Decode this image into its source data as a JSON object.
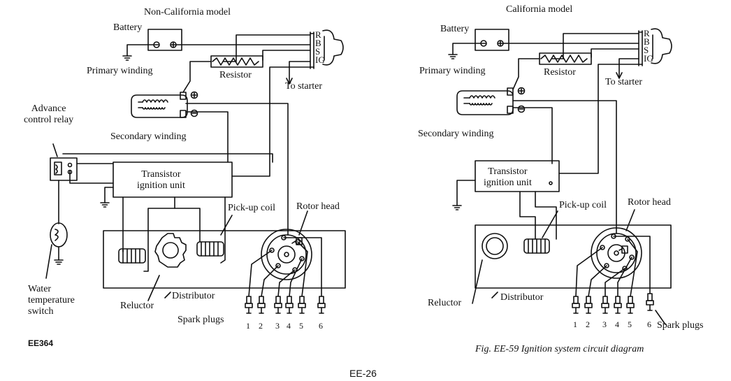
{
  "page_number": "EE-26",
  "figure_code": "EE364",
  "caption": "Fig. EE-59 Ignition system circuit diagram",
  "colors": {
    "ink": "#111111",
    "paper": "#ffffff"
  },
  "left_diagram": {
    "title": "Non-California model",
    "battery": "Battery",
    "resistor": "Resistor",
    "switch_terminals": "R\nB\nS\nIG",
    "to_starter": "To starter",
    "primary_winding": "Primary winding",
    "secondary_winding": "Secondary winding",
    "advance_control_relay": "Advance\ncontrol relay",
    "transistor_ignition_unit": "Transistor\nignition unit",
    "pickup_coil": "Pick-up coil",
    "rotor_head": "Rotor head",
    "water_temperature_switch": "Water\ntemperature\nswitch",
    "reluctor": "Reluctor",
    "distributor": "Distributor",
    "spark_plugs": "Spark plugs",
    "plug_numbers": [
      "1",
      "2",
      "3",
      "4",
      "5",
      "6"
    ]
  },
  "right_diagram": {
    "title": "California model",
    "battery": "Battery",
    "resistor": "Resistor",
    "switch_terminals": "R\nB\nS\nIG",
    "to_starter": "To starter",
    "primary_winding": "Primary winding",
    "secondary_winding": "Secondary winding",
    "transistor_ignition_unit": "Transistor\nignition unit",
    "pickup_coil": "Pick-up coil",
    "rotor_head": "Rotor head",
    "reluctor": "Reluctor",
    "distributor": "Distributor",
    "spark_plugs": "Spark plugs",
    "plug_numbers": [
      "1",
      "2",
      "3",
      "4",
      "5",
      "6"
    ]
  }
}
